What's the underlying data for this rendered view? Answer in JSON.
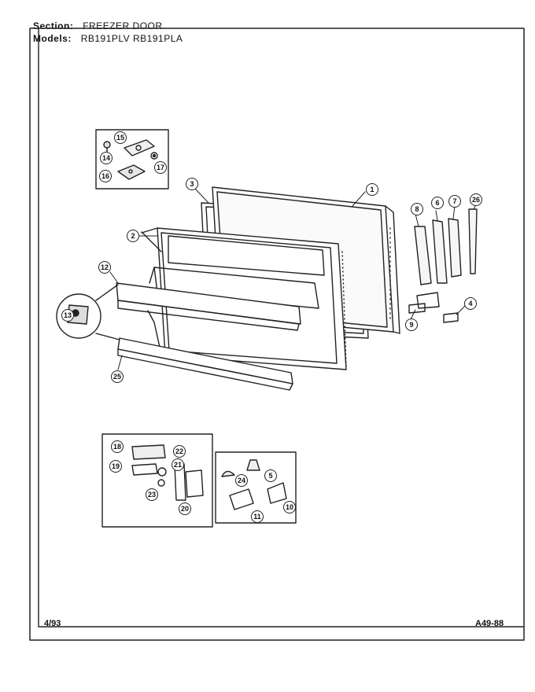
{
  "header": {
    "section_label": "Section:",
    "section_value": "FREEZER DOOR",
    "models_label": "Models:",
    "models_value": "RB191PLV RB191PLA"
  },
  "footer": {
    "date": "4/93",
    "code": "A49-88"
  },
  "callouts": [
    "1",
    "2",
    "3",
    "4",
    "5",
    "6",
    "7",
    "8",
    "9",
    "10",
    "11",
    "12",
    "13",
    "14",
    "15",
    "16",
    "17",
    "18",
    "19",
    "20",
    "21",
    "22",
    "23",
    "24",
    "25",
    "26"
  ]
}
